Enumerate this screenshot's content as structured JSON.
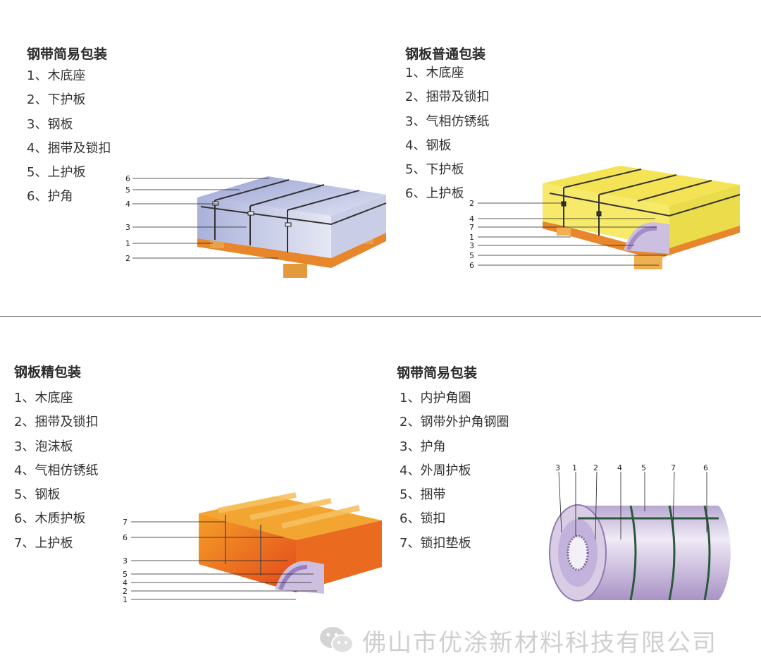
{
  "panels": [
    {
      "title": "钢带简易包装",
      "items": [
        "1、木底座",
        "2、下护板",
        "3、钢板",
        "4、捆带及锁扣",
        "5、上护板",
        "6、护角"
      ],
      "callouts": [
        "6",
        "5",
        "4",
        "3",
        "1",
        "2"
      ]
    },
    {
      "title": "钢板普通包装",
      "items": [
        "1、木底座",
        "2、捆带及锁扣",
        "3、气相仿锈纸",
        "4、钢板",
        "5、下护板",
        "6、上护板"
      ],
      "callouts": [
        "2",
        "4",
        "7",
        "1",
        "3",
        "5",
        "6"
      ]
    },
    {
      "title": "钢板精包装",
      "items": [
        "1、木底座",
        "2、捆带及锁扣",
        "3、泡沫板",
        "4、气相仿锈纸",
        "5、钢板",
        "6、木质护板",
        "7、上护板"
      ],
      "callouts": [
        "7",
        "6",
        "3",
        "5",
        "4",
        "2",
        "1"
      ]
    },
    {
      "title": "钢带简易包装",
      "items": [
        "1、内护角圈",
        "2、钢带外护角钢圈",
        "3、护角",
        "4、外周护板",
        "5、捆带",
        "6、锁扣",
        "7、锁扣垫板"
      ],
      "callouts": [
        "3",
        "1",
        "2",
        "4",
        "5",
        "7",
        "6"
      ]
    }
  ],
  "watermark": {
    "text": "佛山市优涂新材料科技有限公司",
    "icon": "wechat-icon"
  },
  "colors": {
    "divider": "#666666",
    "watermark": "#cfcfcf",
    "panel1_box": "#b9c0e0",
    "panel2_box": "#f4e65a",
    "panel3_box": "#e8781f",
    "panel4_coil": "#d9cde6"
  }
}
